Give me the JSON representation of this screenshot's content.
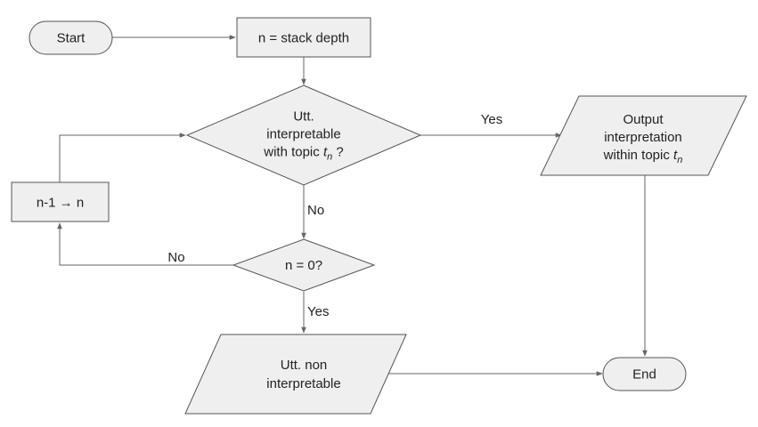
{
  "colors": {
    "node_fill": "#efefef",
    "node_stroke": "#555555",
    "edge": "#666666",
    "text": "#222222"
  },
  "nodes": {
    "start": {
      "label": "Start"
    },
    "init": {
      "label": "n = stack depth"
    },
    "check": {
      "line1": "Utt.",
      "line2": "interpretable",
      "line3_prefix": "with topic ",
      "topic_var": "t",
      "topic_sub": "n",
      "line3_suffix": " ?"
    },
    "output": {
      "line1": "Output",
      "line2": "interpretation",
      "line3_prefix": "within topic ",
      "topic_var": "t",
      "topic_sub": "n"
    },
    "decrement": {
      "label": "n-1 → n"
    },
    "zero_check": {
      "label": "n = 0?"
    },
    "non_interp": {
      "line1": "Utt. non",
      "line2": "interpretable"
    },
    "end": {
      "label": "End"
    }
  },
  "edges": {
    "check_yes": "Yes",
    "check_no": "No",
    "zero_no": "No",
    "zero_yes": "Yes"
  }
}
